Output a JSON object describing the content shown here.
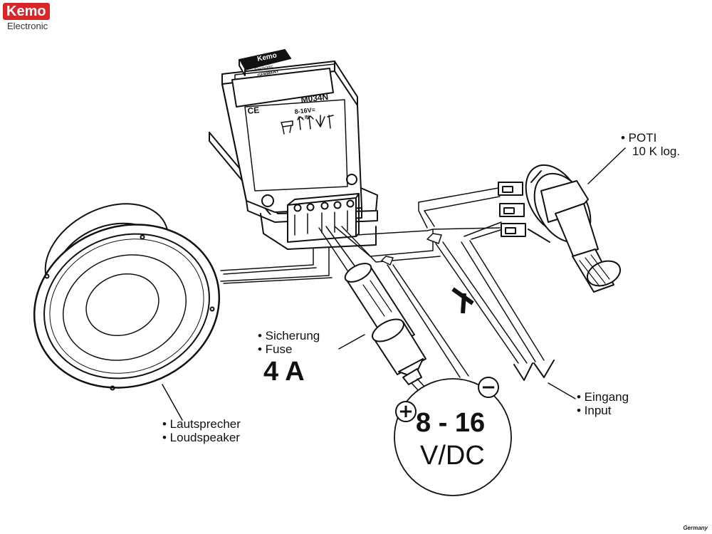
{
  "brand": {
    "name": "Kemo",
    "sub": "Electronic",
    "badge": "Germany"
  },
  "module": {
    "logo_main": "Kemo",
    "logo_sub1": "Electronic",
    "logo_sub2": "GERMANY",
    "model": "M034N",
    "ce": "CE",
    "supply": "8-16V=",
    "pins": "+ -   IN"
  },
  "labels": {
    "poti": [
      "• POTI",
      "10 K log."
    ],
    "fuse": [
      "• Sicherung",
      "• Fuse"
    ],
    "fuse_value": "4 A",
    "speaker": [
      "• Lautsprecher",
      "• Loudspeaker"
    ],
    "input": [
      "• Eingang",
      "• Input"
    ],
    "voltage_value": "8 - 16",
    "voltage_unit": "V/DC",
    "plus": "+",
    "minus": "−"
  }
}
